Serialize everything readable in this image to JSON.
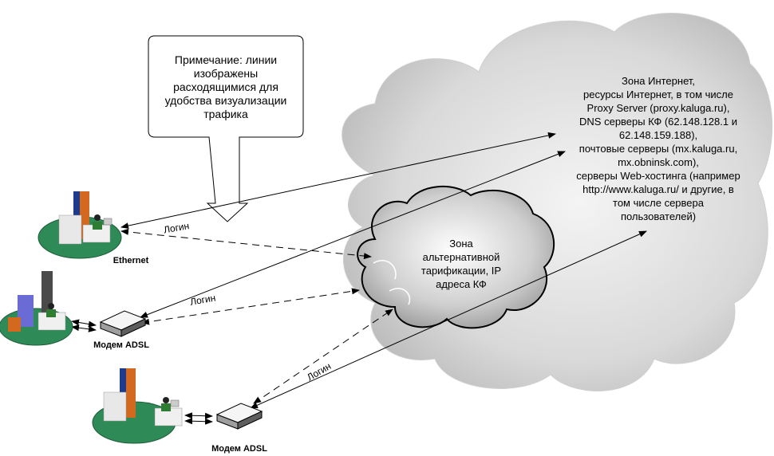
{
  "note": {
    "lines": [
      "Примечание: линии",
      "изображены",
      "расходящимися для",
      "удобства визуализации",
      "трафика"
    ]
  },
  "internet_zone": {
    "lines": [
      "Зона Интернет,",
      "ресурсы Интернет, в том числе",
      "Proxy Server (proxy.kaluga.ru),",
      "DNS серверы КФ (62.148.128.1 и",
      "62.148.159.188),",
      "почтовые серверы (mx.kaluga.ru,",
      "mx.obninsk.com),",
      "серверы Web-хостинга (например",
      "http://www.kaluga.ru/ и другие, в",
      "том числе сервера",
      "пользователей)"
    ]
  },
  "alt_zone": {
    "lines": [
      "Зона",
      "альтернативной",
      "тарификации, IP",
      "адреса КФ"
    ]
  },
  "nodes": {
    "ethernet_label": "Ethernet",
    "modem1_label": "Модем ADSL",
    "modem2_label": "Модем ADSL"
  },
  "edges": {
    "login_1": "Логин",
    "login_2": "Логин",
    "login_3": "Логин"
  },
  "colors": {
    "cloud_large": "#d4d4d4",
    "cloud_small": "#bdbdbd",
    "site_base": "#2e8b57"
  }
}
